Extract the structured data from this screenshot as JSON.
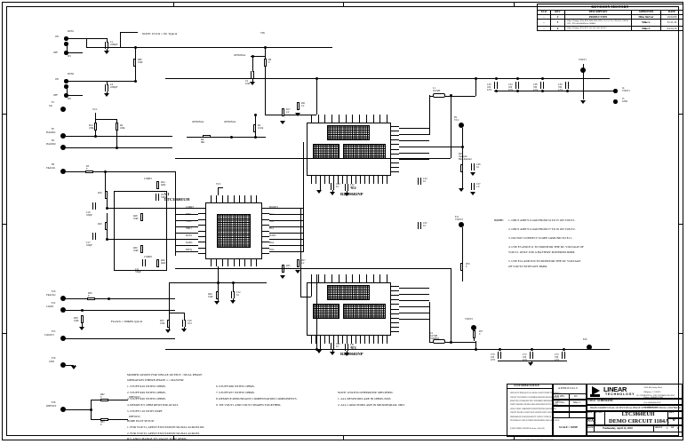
{
  "sheet": {
    "title": "LTC3860EUH Demo Circuit 1184A Schematic",
    "zone_letters": [
      "D",
      "C",
      "B",
      "A"
    ],
    "zone_numbers": [
      "4",
      "3",
      "2",
      "1"
    ]
  },
  "revision_history": {
    "title": "REVISION HISTORY",
    "columns": [
      "ECO",
      "REV",
      "DESCRIPTION",
      "APPROVED",
      "DATE"
    ],
    "rows": [
      {
        "eco": "--",
        "rev": "4",
        "description": "PRODUCTION",
        "approved": "Mike Shriver",
        "date": "10/22/09"
      },
      {
        "eco": "--",
        "rev": "5",
        "description": "Value Change: R24, R28, R30, R35, R39, C6,C7,C11, C60,C61, C66 & C69 , IPI with 400kHz to 500kHz",
        "approved": "Mike S.",
        "date": "01/11/10"
      },
      {
        "eco": "--",
        "rev": "6",
        "description": "Value Change: R70, R75, Q1, Q2, Q11 & Q12",
        "approved": "Mike S.",
        "date": "04/14/10"
      }
    ]
  },
  "notes": {
    "uvlo": "NOTE: UVLO = 9V, Typical",
    "fsw": "Fswitch = 500kHz typical",
    "right_block": {
      "label": "NOTE:",
      "items": [
        "1. ONLY APPLY LOAD FROM J4 TO J5 ON VOUT1.",
        "2. ONLY APPLY LOAD FROM J7 TO J6 ON VOUT2.",
        "3. DO NOT CONNECT SCOPE GROUND TO E11.",
        "4. USE E3 AND E11 TO MONITOR THE DC VOLTAGE OF",
        "VOUT1. ONLY USE A BATTERY POWERED DMM.",
        "5. USE E14 AND E20 TO MONITOR THE DC VOLTAGE",
        "OF VOUT2 WITH ANY DMM."
      ]
    },
    "center_block": [
      "NOTE: UNLESS OTHERWISE SPECIFIED.",
      "1. ALL RESISTORS ARE IN OHMS, 0603.",
      "2. ALL CAPACITORS ARE IN MICROFARAD, 0603."
    ],
    "mod_block": {
      "heading": [
        "MODIFICATIONS FOR SINGLE OUTPUT / DUAL PHASE",
        "OPERATION WHERE PHASE 1 = MASTER:"
      ],
      "left_items": [
        "1. STUFF R16 WITH 0 OHMS.",
        "2. STUFF R49 WITH 0 OHMS.",
        "3. STUFF R20 WITH 0 OHMS.",
        "4. REMOVE 0 OHM RESISTOR AT R23.",
        "5. STUFF C16 WITH 100PF."
      ],
      "right_items": [
        "6. STUFF R60 WITH 0 OHMS.",
        "7. STUFF R57 WITH 0 OHMS.",
        "8. REMOVE REDUNDANT COMPENSATION COMPONENTS.",
        "9. TIE VOUT1 AND VOUT2 SHAPES TOGETHER."
      ],
      "bode_heading": "BODE PLOT SETUP:",
      "bode_items": [
        "1. FOR VOUT1, APPLY EXCITATION SIGNAL ACROSS R6.",
        "2. FOR VOUT2, APPLY EXCITATION SIGNAL ACROSS",
        "R71 AND CHANGE ITS VALUE TO 10 OHMS."
      ]
    }
  },
  "customer_notice": {
    "title": "CUSTOMER NOTICE",
    "body": [
      "LINEAR TECHNOLOGY HAS MADE A BEST EFFORT TO DESIGN A",
      "CIRCUIT THAT MEETS CUSTOMER-SUPPLIED SPECIFICATIONS;",
      "HOWEVER, IT REMAINS THE CUSTOMER'S RESPONSIBILITY TO",
      "VERIFY PROPER AND RELIABLE OPERATION IN THE ACTUAL",
      "APPLICATION. COMPONENT SUBSTITUTION AND PRINTED",
      "CIRCUIT BOARD LAYOUT MAY SIGNIFICANTLY AFFECT CIRCUIT",
      "PERFORMANCE OR RELIABILITY. CONTACT LINEAR",
      "TECHNOLOGY APPLICATIONS ENGINEERING FOR ASSISTANCE.",
      "",
      "(C)2PLN,2MIN,LAPPLIED Need Size_2004_SW)",
      "",
      "THIS CIRCUIT IS PROPRIETARY TO LINEAR TECHNOLOGY AND",
      "SUPPLIED FOR USE WITH LINEAR TECHNOLOGY PARTS."
    ]
  },
  "approvals": {
    "title": "APPROVALS",
    "rows": [
      {
        "label": "PCB DES.",
        "value": "DS"
      },
      {
        "label": "APP ENG.",
        "value": "Mike S."
      },
      {
        "label": "",
        "value": ""
      },
      {
        "label": "",
        "value": ""
      }
    ],
    "scale_label": "SCALE = NONE"
  },
  "title_block": {
    "company": "LINEAR",
    "company_sub": "TECHNOLOGY",
    "address": [
      "1630 McCarthy Blvd.",
      "Milpitas, CA 95035",
      "Phone: (408)432-1900",
      "Fax: (408)434-0507",
      "www.linear.com"
    ],
    "proprietary": "LTC CONFIDENTIAL - FOR CUSTOMER USE ONLY",
    "title_label": "TITLE:",
    "title_value": "SCHEMATIC",
    "subtitle": "HIGH CURRENT DUAL OUTPUT/DUAL PHASE SYNCHRONOUS BUCK CONVERTER",
    "size_label": "SIZE",
    "size_value": "N/A",
    "icno_label": "IC NO.",
    "part_number": "LTC3860EUH",
    "demo_circuit": "DEMO CIRCUIT 1184A",
    "rev_label": "REV.",
    "rev_value": "6",
    "date_label": "DATE:",
    "date_value": "Wednesday, April 14, 2010",
    "sheet_label": "SHEET",
    "sheet_value": "1",
    "of_label": "OF",
    "of_value": "1"
  },
  "ics": [
    {
      "ref": "U1",
      "part": "LTC3860EUH"
    },
    {
      "ref": "U2",
      "part": "R2J20602NP"
    },
    {
      "ref": "U3",
      "part": "R2J20602NP"
    }
  ],
  "left_connectors": [
    {
      "ref": "E1",
      "label": "Vin",
      "type": "turret"
    },
    {
      "ref": "E2",
      "label": "GND",
      "type": "turret"
    },
    {
      "ref": "E5",
      "label": "PGOOD1",
      "type": "turret"
    },
    {
      "ref": "E6",
      "label": "PGOOD2",
      "type": "turret"
    },
    {
      "ref": "E8",
      "label": "TRACK1",
      "type": "turret"
    },
    {
      "ref": "E10",
      "label": "TRACK2",
      "type": "turret"
    },
    {
      "ref": "E12",
      "label": "CLKIN",
      "type": "turret"
    },
    {
      "ref": "E15",
      "label": "CLKOUT",
      "type": "turret"
    },
    {
      "ref": "E16",
      "label": "GND",
      "type": "turret"
    },
    {
      "ref": "E18",
      "label": "DIFFOUT",
      "type": "turret"
    }
  ],
  "switches": [
    {
      "ref": "JP1",
      "name": "RUN1",
      "on": "ON",
      "off": "OFF"
    },
    {
      "ref": "JP2",
      "name": "RUN2",
      "on": "ON",
      "off": "OFF"
    }
  ],
  "output_rails": [
    {
      "name": "VOUT1",
      "turret": "E3"
    },
    {
      "name": "VOUT2",
      "turret": "E14"
    }
  ],
  "labels": {
    "vcc": "VCC",
    "vin": "VIN",
    "gnd": "GND",
    "vout1": "VOUT1",
    "vout2": "VOUT2",
    "comp1": "COMP1",
    "comp2": "COMP2",
    "run1": "RUN1",
    "run2": "RUN2",
    "track1": "TRACK1",
    "track2": "TRACK2",
    "pgood1": "PGOOD1",
    "pgood2": "PGOOD2",
    "clkin": "CLKIN",
    "clkout": "CLKOUT",
    "ph_smd": "OPTIONAL",
    "sense1p": "SENSE1+",
    "sense1n": "SENSE1-",
    "sense2p": "SENSE2+",
    "sense2n": "SENSE2-",
    "boost1": "BOOST1",
    "boost2": "BOOST2",
    "sw1": "SW1",
    "sw2": "SW2",
    "ilim": "ILIM",
    "freq": "FREQ",
    "mode": "MODE",
    "diffout": "DIFFOUT",
    "vosns": "VOSNS+"
  }
}
